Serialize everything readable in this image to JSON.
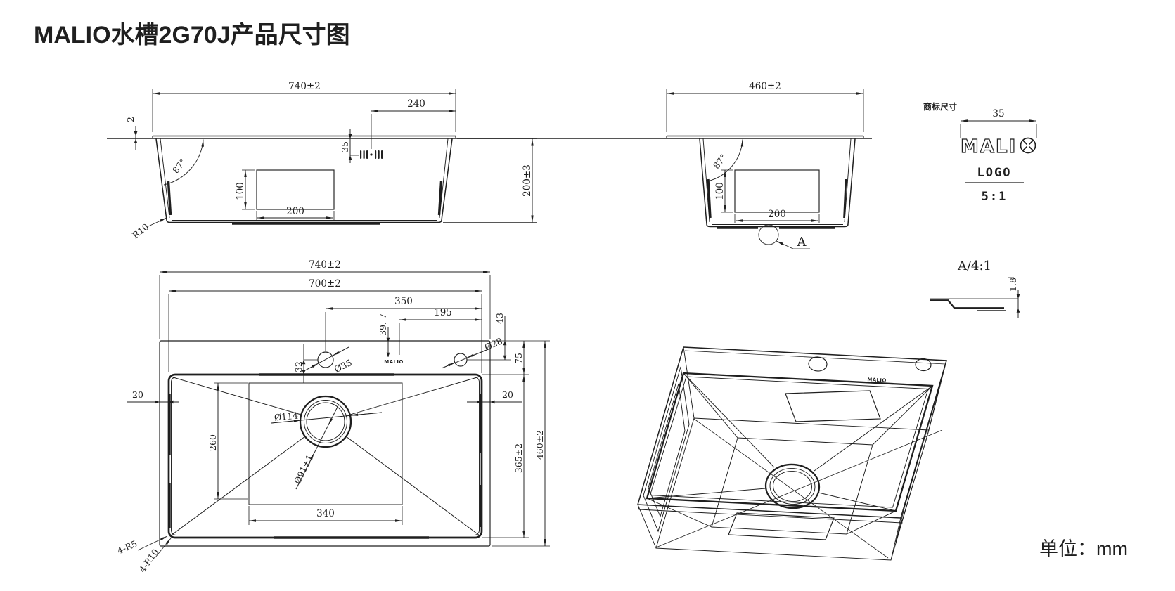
{
  "title": "MALIO水槽2G70J产品尺寸图",
  "unit_label": "单位：mm",
  "colors": {
    "line": "#1f1f1f",
    "background": "#ffffff"
  },
  "front_view": {
    "overall_width": "740±2",
    "logo_from_right": "240",
    "rim_lip": "2",
    "wall_angle": "87°",
    "logo_below_rim": "35",
    "boss_height": "100",
    "boss_width": "200",
    "bottom_radius": "R10",
    "overall_height": "200±3"
  },
  "side_view": {
    "overall_depth": "460±2",
    "wall_angle": "87°",
    "boss_height": "100",
    "boss_width": "200",
    "detail_marker": "A"
  },
  "logo_detail": {
    "caption": "商标尺寸",
    "logo_width": "35",
    "brand": "MALIO",
    "brand_prefix": "MALI",
    "label": "LOGO",
    "scale": "5:1"
  },
  "detail_a": {
    "caption": "A/4:1",
    "rim_thickness": "1.8"
  },
  "plan_view": {
    "overall_width": "740±2",
    "cutout_width": "700±2",
    "faucet_from_right": "350",
    "logo_from_right": "195",
    "logo_below_edge": "39. 7",
    "hole_below_edge": "43",
    "faucet_below_edge": "32",
    "faucet_hole_dia": "Ø35",
    "accessory_hole_dia": "Ø28",
    "deck_strip": "75",
    "left_margin": "20",
    "right_margin": "20",
    "drain_flange_dia": "Ø114",
    "floor_depth": "260",
    "drain_dia": "Ø91±1",
    "floor_width": "340",
    "cutout_depth": "365±2",
    "overall_depth": "460±2",
    "corner_radius_inner": "4-R5",
    "corner_radius_outer": "4-R10",
    "deck_stamp": "MALIO"
  },
  "iso_view": {
    "deck_stamp": "MALIO"
  }
}
